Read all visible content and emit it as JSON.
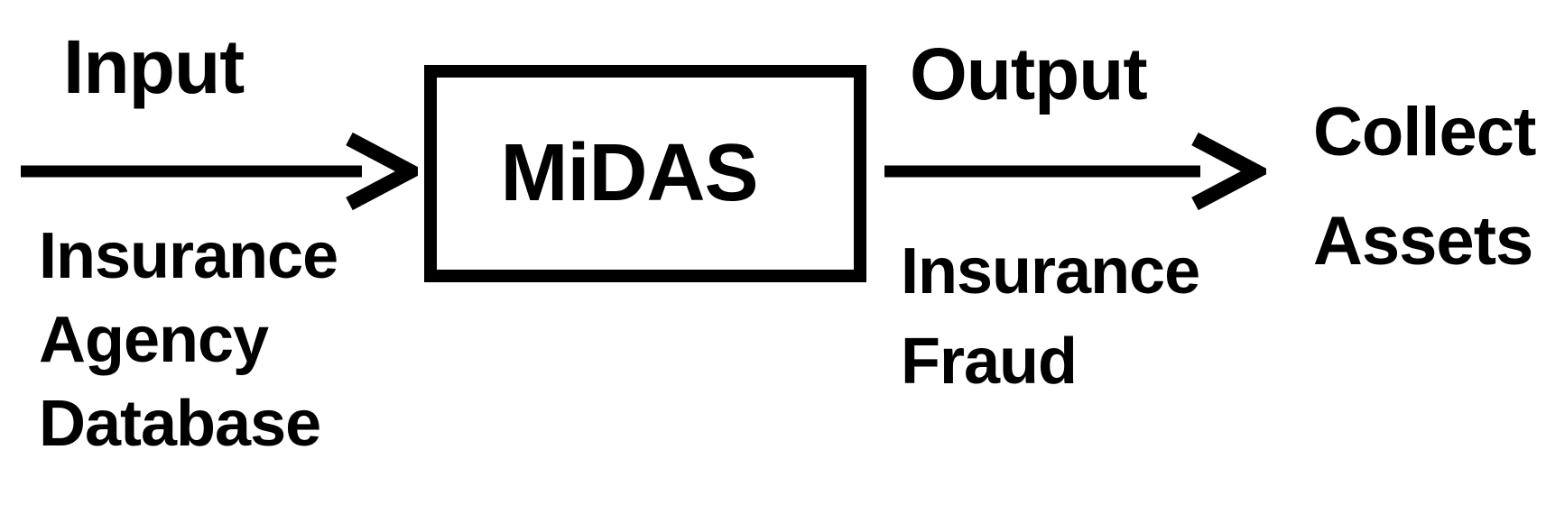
{
  "diagram": {
    "input": {
      "label": "Input",
      "caption_lines": [
        "Insurance",
        "Agency",
        "Database"
      ]
    },
    "process": {
      "label": "MiDAS"
    },
    "output": {
      "label": "Output",
      "caption_lines": [
        "Insurance",
        "Fraud"
      ]
    },
    "result": {
      "lines": [
        "Collect",
        "Assets"
      ]
    },
    "icons": {
      "input_arrow": "right-arrow",
      "output_arrow": "right-arrow"
    },
    "colors": {
      "ink": "#000000",
      "background": "#ffffff"
    }
  }
}
